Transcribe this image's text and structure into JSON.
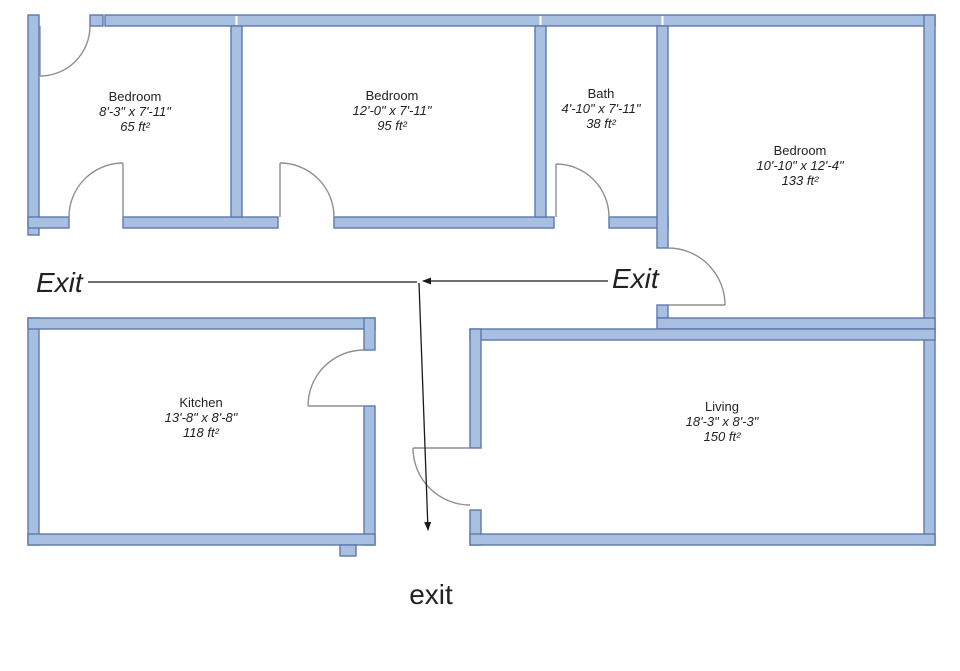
{
  "plan": {
    "rooms": [
      {
        "name": "Bedroom",
        "dims": "8'-3\" x 7'-11\"",
        "area": "65 ft²"
      },
      {
        "name": "Bedroom",
        "dims": "12'-0\" x 7'-11\"",
        "area": "95 ft²"
      },
      {
        "name": "Bath",
        "dims": "4'-10\" x 7'-11\"",
        "area": "38 ft²"
      },
      {
        "name": "Bedroom",
        "dims": "10'-10\" x 12'-4\"",
        "area": "133 ft²"
      },
      {
        "name": "Kitchen",
        "dims": "13'-8\" x 8'-8\"",
        "area": "118 ft²"
      },
      {
        "name": "Living",
        "dims": "18'-3\" x 8'-3\"",
        "area": "150 ft²"
      }
    ],
    "exits": {
      "left": "Exit",
      "right": "Exit",
      "bottom": "exit"
    }
  },
  "colors": {
    "wall_fill": "#a8bfe2",
    "wall_stroke": "#5b79ab",
    "door_arc": "#8f8f8f",
    "arrow": "#1a1a1a",
    "text": "#222222"
  }
}
